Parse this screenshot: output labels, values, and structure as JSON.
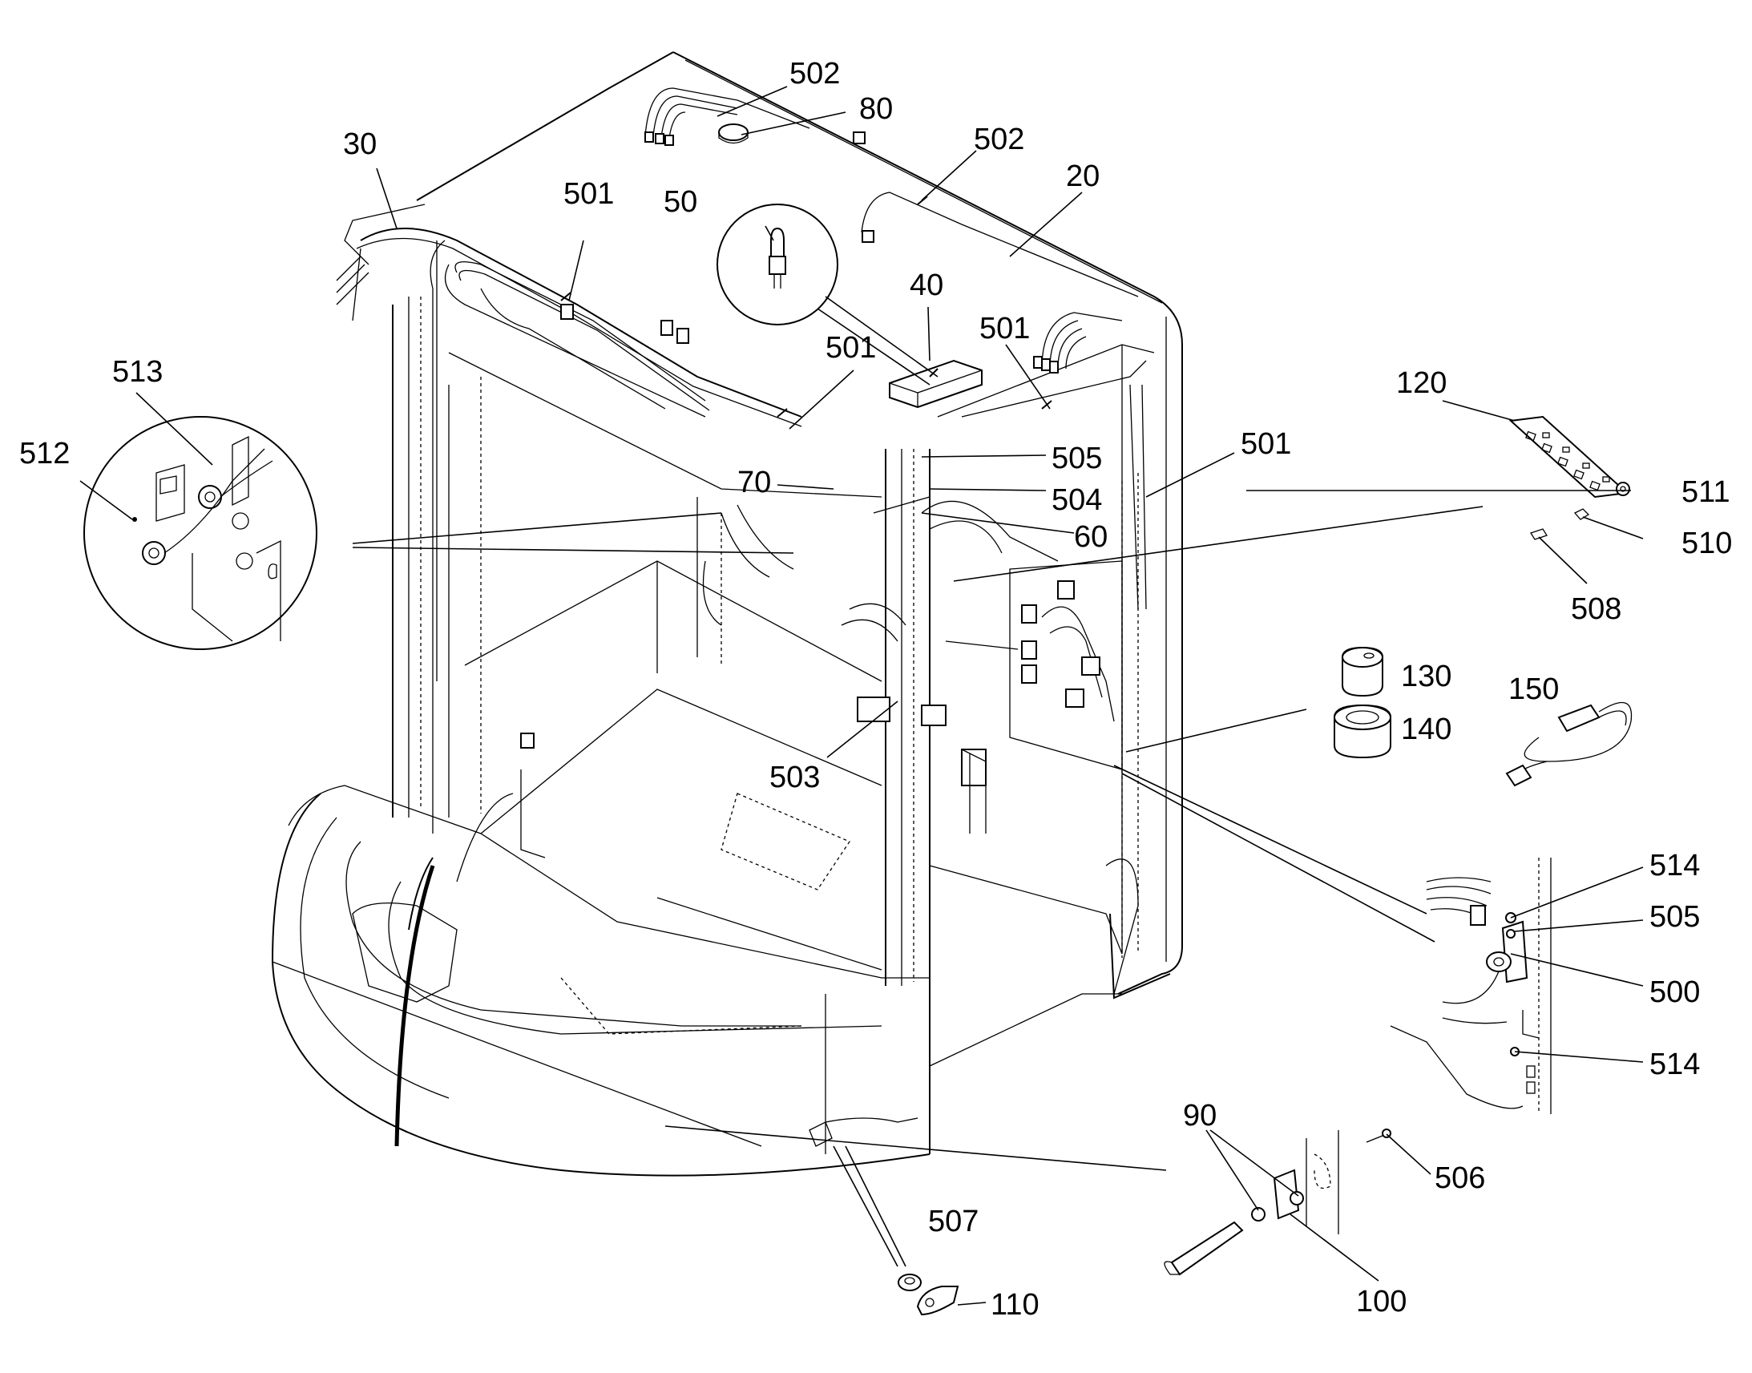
{
  "labels": {
    "l502a": "502",
    "l80": "80",
    "l502b": "502",
    "l30": "30",
    "l20": "20",
    "l501a": "501",
    "l50": "50",
    "l40": "40",
    "l501b": "501",
    "l501c": "501",
    "l513": "513",
    "l512": "512",
    "l120": "120",
    "l501d": "501",
    "l505a": "505",
    "l70": "70",
    "l504": "504",
    "l511": "511",
    "l60": "60",
    "l510": "510",
    "l508": "508",
    "l130": "130",
    "l150": "150",
    "l140": "140",
    "l503": "503",
    "l514a": "514",
    "l505b": "505",
    "l500": "500",
    "l514b": "514",
    "l90": "90",
    "l506": "506",
    "l507": "507",
    "l110": "110",
    "l100": "100"
  },
  "colors": {
    "line": "#000000",
    "background": "#ffffff"
  }
}
